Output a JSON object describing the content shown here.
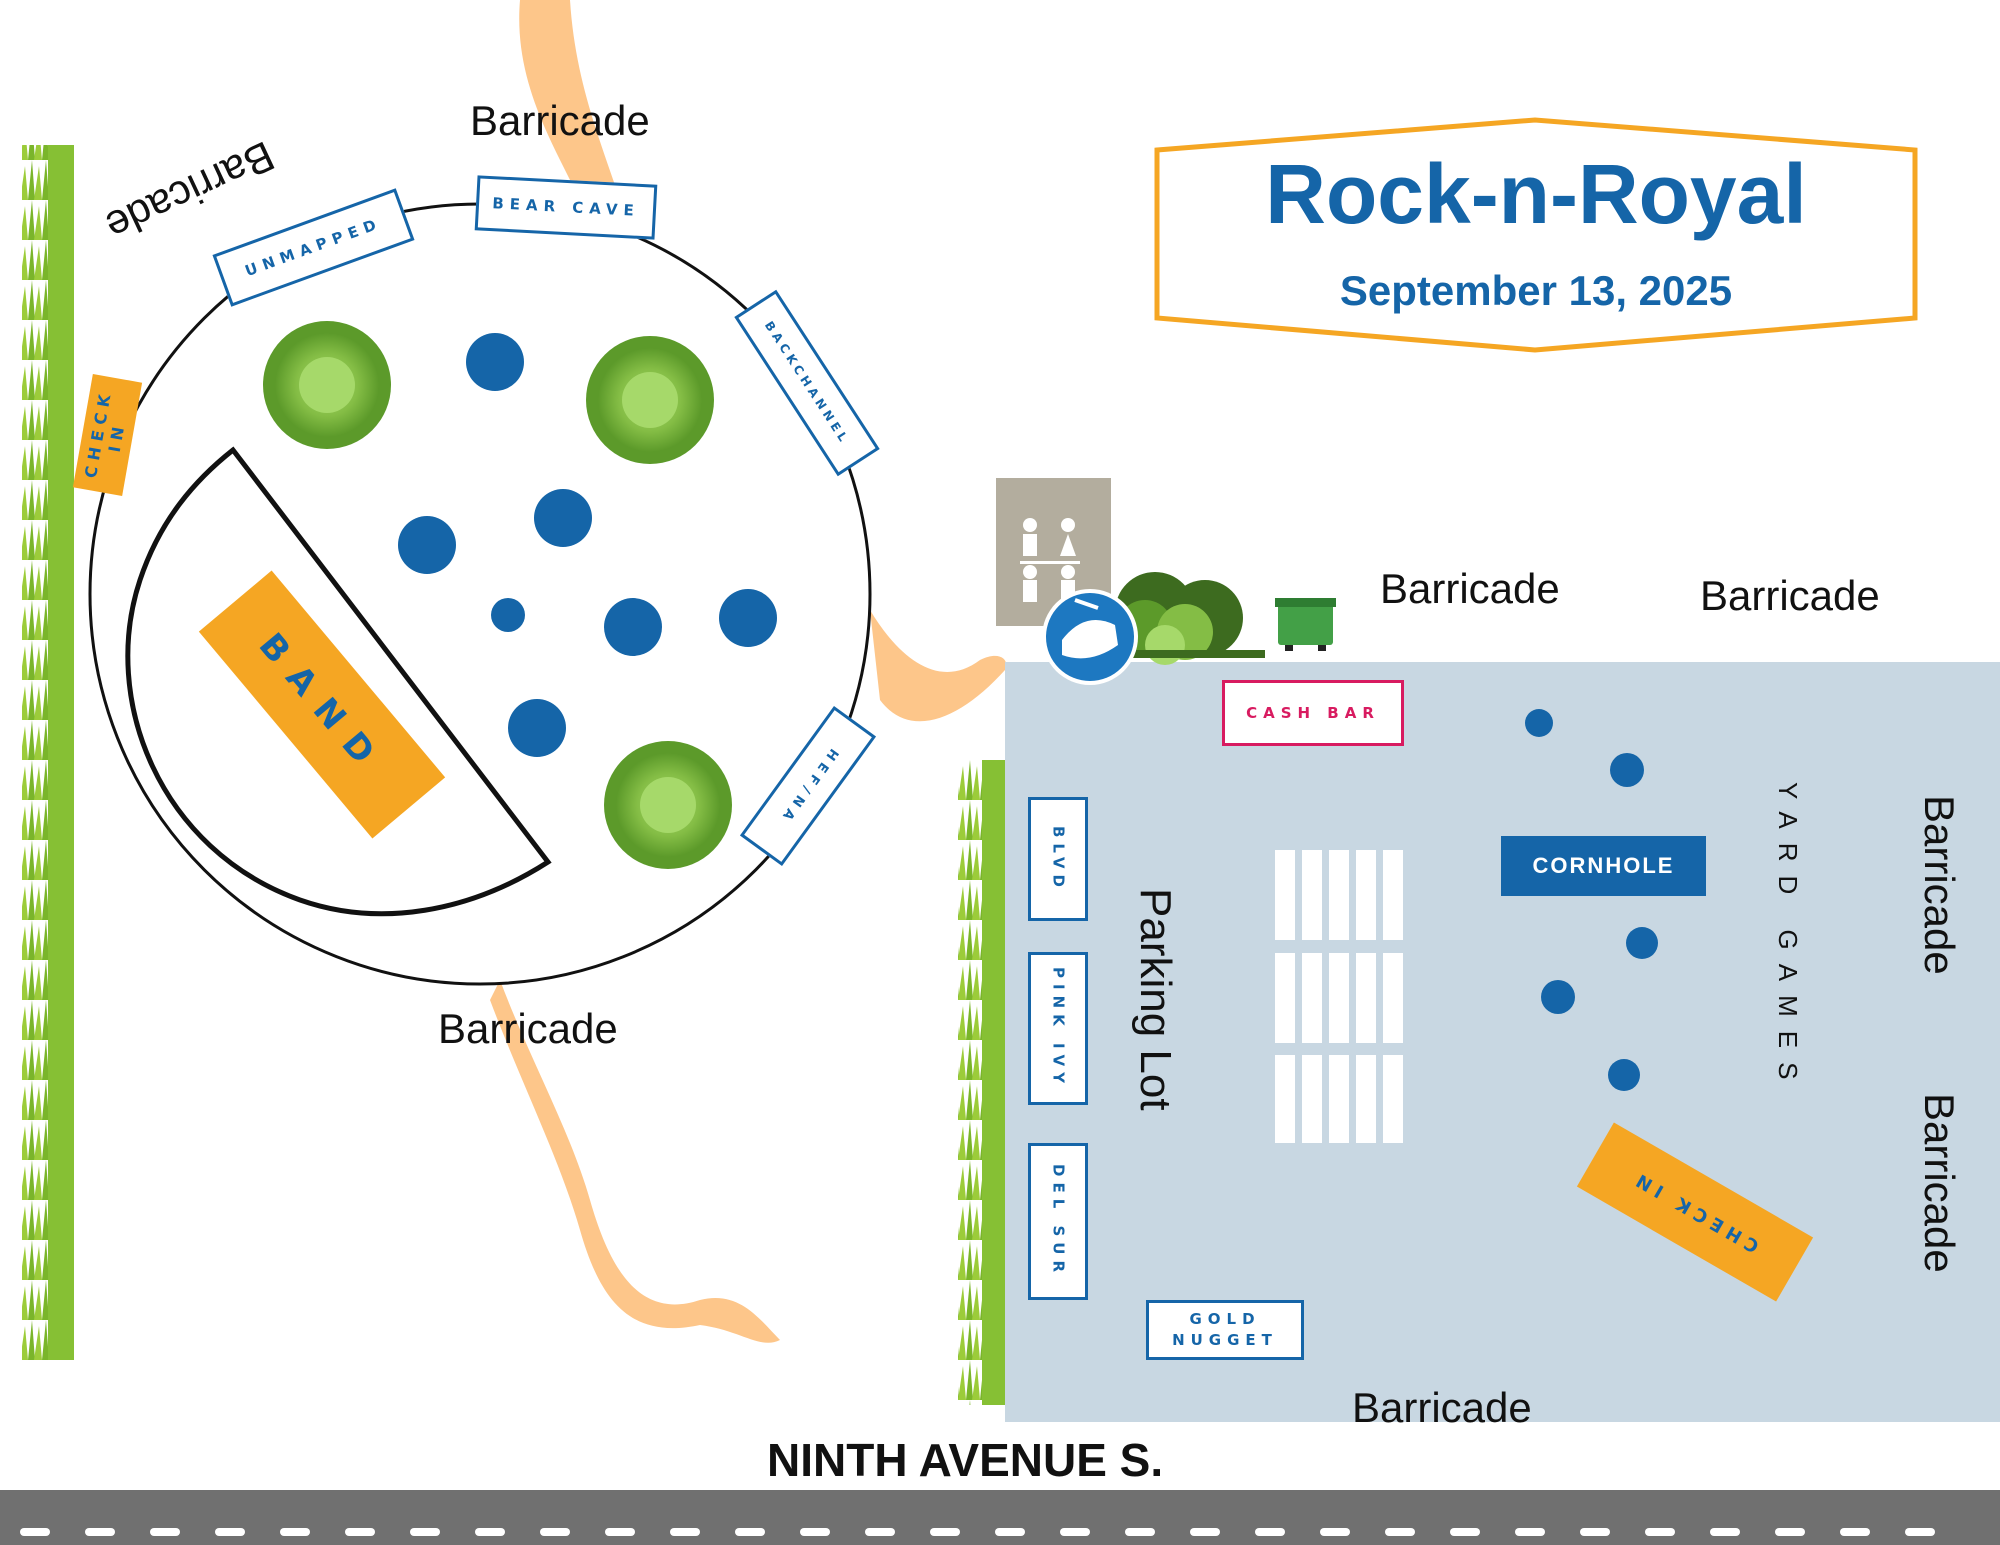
{
  "title": "Rock-n-Royal",
  "date": "September 13, 2025",
  "street": "NINTH AVENUE S.",
  "barricade": "Barricade",
  "parking_lot": "Parking Lot",
  "yard_games": "YARD GAMES",
  "booths": {
    "bear_cave": "BEAR CAVE",
    "unmapped": "UNMAPPED",
    "backchannel": "BACKCHANNEL",
    "check_in_left": "CHECK IN",
    "hefna": "HEF/NA",
    "band": "BAND",
    "cash_bar": "CASH BAR",
    "cornhole": "CORNHOLE",
    "blvd": "BLVD",
    "pink_ivy": "PINK IVY",
    "del_sur": "DEL SUR",
    "gold_nugget": "GOLD NUGGET",
    "check_in_right": "CHECK IN"
  },
  "icons": [
    "grass-icon",
    "tree-icon",
    "table-icon",
    "restroom-icon",
    "handwash-icon",
    "dumpster-icon",
    "bush-icon"
  ],
  "colors": {
    "blue": "#1565a8",
    "orange": "#f5a623",
    "path": "#fdc68a",
    "lot": "#c8d7e2",
    "grass": "#7ab52a",
    "road": "#707070",
    "cash_bar": "#d81b60"
  }
}
